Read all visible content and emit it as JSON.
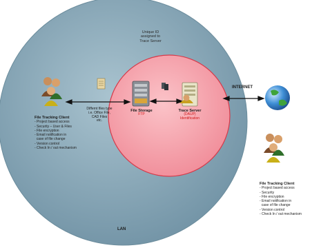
{
  "lan": {
    "label": "LAN",
    "outer_color": "#7f9fb0",
    "inner_color": "#f6a6ae"
  },
  "unique_id_note": [
    "Unique ID",
    "assigned to",
    "Trace Server"
  ],
  "file_types_note": [
    "Differnt files type",
    "i.e. Office File,",
    "CAD Files",
    "etc."
  ],
  "internet_label": "INTERNET",
  "left_client": {
    "title": "File Tracking Client",
    "items": [
      "- Project based access",
      "- Security – User & Files",
      "- File encryption",
      "- Email notification in",
      "  case of file change",
      "- Version control",
      "- Check In / out mechanism"
    ]
  },
  "file_storage": {
    "title": "File Storage",
    "subtitle": "FTP"
  },
  "trace_server": {
    "title": "Trace Server",
    "subtitle": "(DAUP)",
    "subtitle2": "Identification"
  },
  "right_client": {
    "title": "File Tracking Client",
    "items": [
      "- Project based access",
      "- Security",
      "- File encryption",
      "- Email notification in",
      "  case of file change",
      "- Version control",
      "- Check In / out mechanism"
    ]
  },
  "icons": [
    "users-group-icon",
    "document-icon",
    "file-server-icon",
    "files-icon",
    "trace-server-icon",
    "globe-icon"
  ]
}
